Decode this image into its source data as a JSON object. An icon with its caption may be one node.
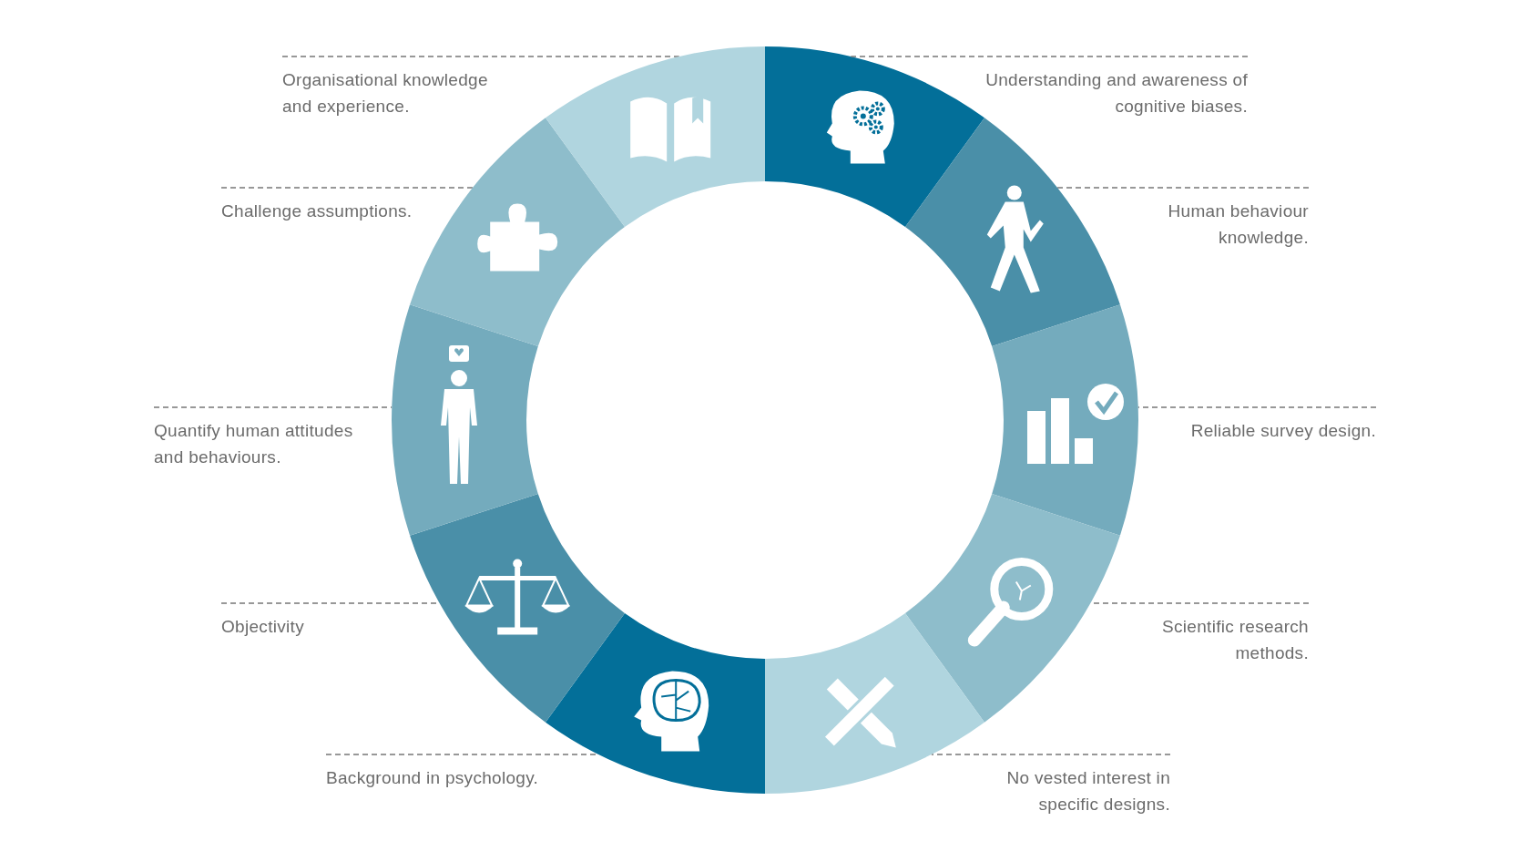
{
  "diagram": {
    "nodes": [
      {
        "text": [
          "Organisational knowledge and experience."
        ]
      },
      {
        "text": [
          "Understanding and awareness of cognitive biases."
        ]
      },
      {
        "text": [
          "Challenge assumptions."
        ]
      },
      {
        "text": [
          "Human behaviour knowledge."
        ]
      },
      {
        "text": [
          "Quantify human attitudes and behaviours."
        ]
      },
      {
        "text": [
          "Reliable survey design."
        ]
      },
      {
        "text": [
          "Objectivity"
        ]
      },
      {
        "text": [
          "Scientific research methods."
        ]
      },
      {
        "text": [
          "Background in psychology."
        ]
      },
      {
        "text": [
          "No vested interest in specific designs."
        ]
      },
      {
        "text": [],
        "shape": "picture"
      },
      {
        "text": [],
        "shape": "picture"
      },
      {
        "text": [],
        "shape": "picture"
      },
      {
        "text": [],
        "shape": "picture"
      },
      {
        "text": [],
        "shape": "picture"
      },
      {
        "text": [],
        "shape": "picture"
      },
      {
        "text": [],
        "shape": "picture"
      },
      {
        "text": [],
        "shape": "picture"
      },
      {
        "text": [],
        "shape": "picture"
      },
      {
        "text": [],
        "shape": "picture"
      }
    ],
    "edges": [
      {
        "from": 0,
        "to": 19,
        "arrow": "none",
        "style": "dashed"
      },
      {
        "from": 1,
        "to": 10,
        "arrow": "none",
        "style": "dashed"
      },
      {
        "from": 2,
        "to": 18,
        "arrow": "none",
        "style": "dashed"
      },
      {
        "from": 3,
        "to": 11,
        "arrow": "none",
        "style": "dashed"
      },
      {
        "from": 4,
        "to": 17,
        "arrow": "none",
        "style": "dashed"
      },
      {
        "from": 5,
        "to": 12,
        "arrow": "none",
        "style": "dashed"
      },
      {
        "from": 6,
        "to": 16,
        "arrow": "none",
        "style": "dashed"
      },
      {
        "from": 7,
        "to": 13,
        "arrow": "none",
        "style": "dashed"
      },
      {
        "from": 8,
        "to": 15,
        "arrow": "none",
        "style": "dashed"
      },
      {
        "from": 9,
        "to": 14,
        "arrow": "none",
        "style": "dashed"
      }
    ]
  }
}
